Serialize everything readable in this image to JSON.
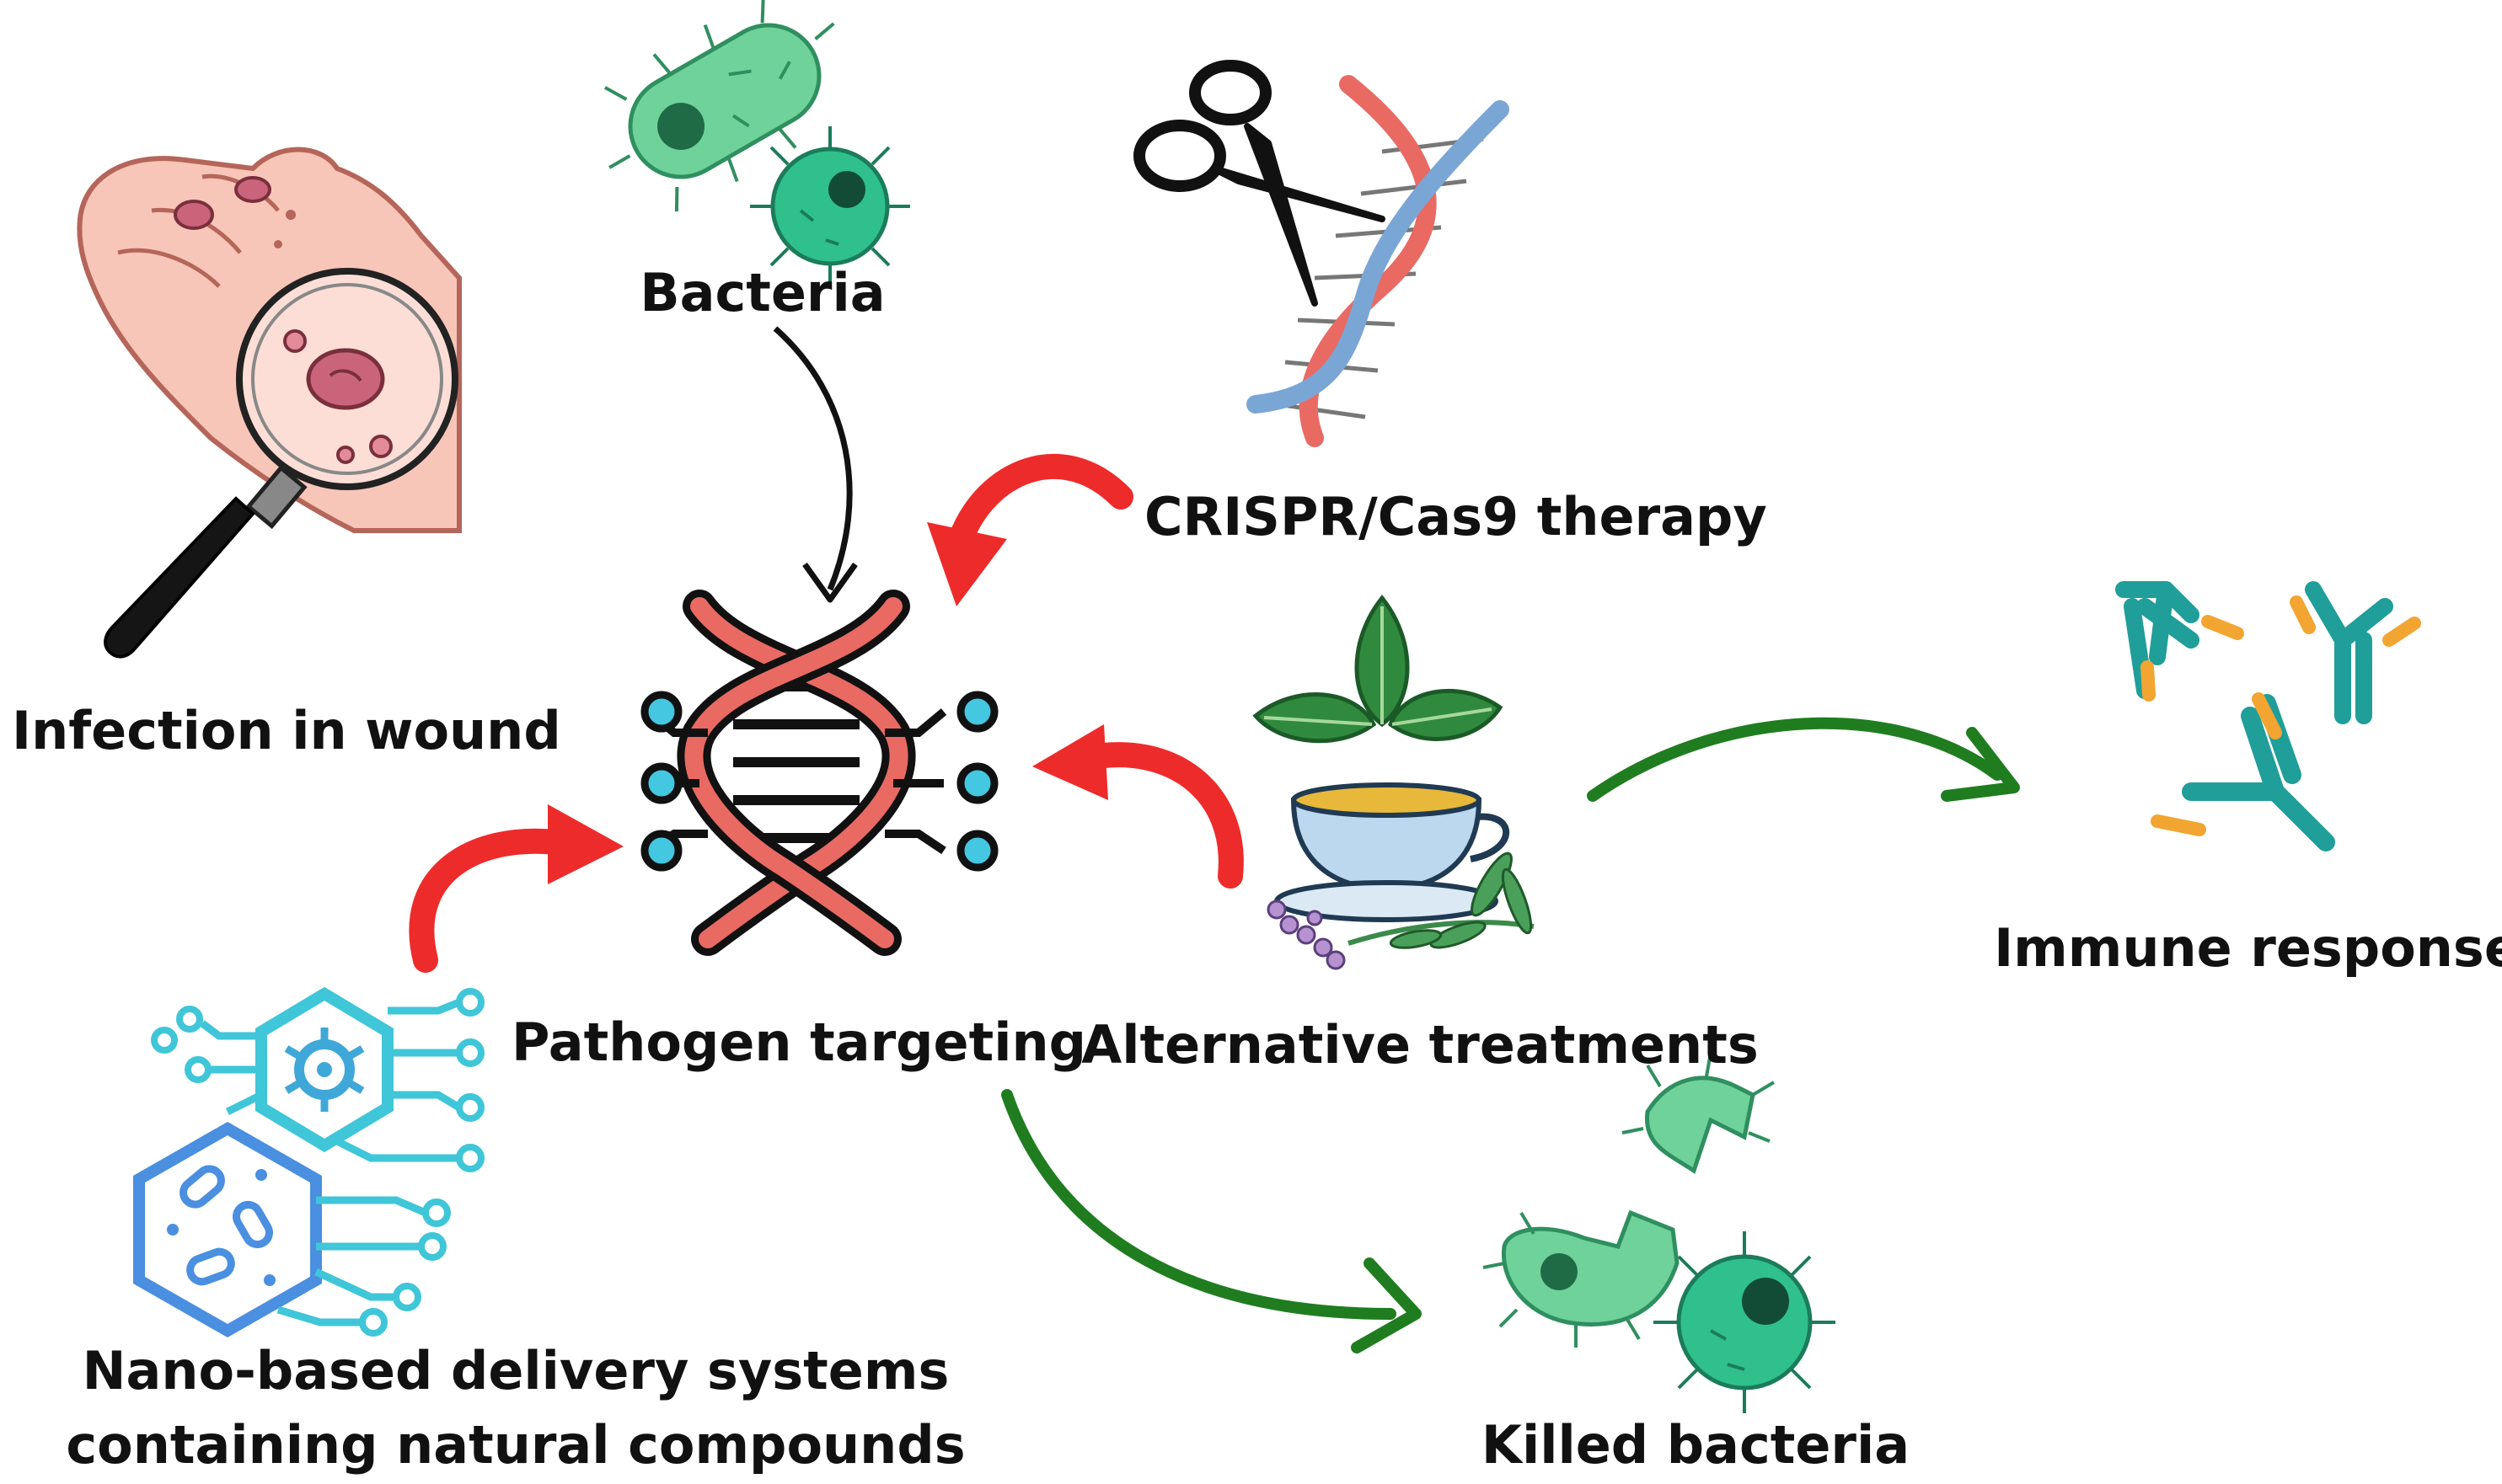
{
  "labels": {
    "bacteria": "Bacteria",
    "crispr": "CRISPR/Cas9 therapy",
    "infection": "Infection in wound",
    "pathogen": "Pathogen targeting",
    "alternative": "Alternative treatments",
    "immune": "Immune response",
    "nano_line1": "Nano-based delivery systems",
    "nano_line2": "containing natural compounds",
    "killed": "Killed bacteria"
  },
  "colors": {
    "red_arrow": "#ee2b2b",
    "green_arrow": "#1f7d1f",
    "black_arrow": "#111111",
    "bacteria_green": "#5fc78a",
    "bacteria_teal": "#2fb58a",
    "dna_red": "#e86a63",
    "dna_blue": "#7aa6d6",
    "antibody_teal": "#1f9e9a",
    "antibody_orange": "#f2a531",
    "nano_blue": "#4a8fe0",
    "nano_cyan": "#3fc6d8",
    "skin": "#f7c6b8",
    "cup_blue": "#bcd8ee",
    "leaf_green": "#3b9b4a",
    "cyan_dot": "#44c7e0"
  }
}
